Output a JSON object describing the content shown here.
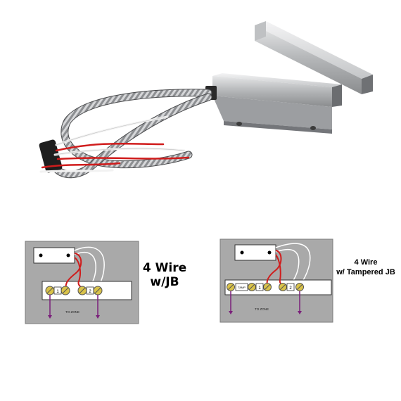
{
  "diagram_left": {
    "title_line1": "4 Wire",
    "title_line2": "w/JB",
    "terminal_label_1": "1",
    "terminal_label_2": "2",
    "zone_label": "TO ZONE"
  },
  "diagram_right": {
    "title_line1": "4 Wire",
    "title_line2": "w/ Tampered JB",
    "terminal_label_tamper": "TAMP",
    "terminal_label_1": "1",
    "terminal_label_2": "2",
    "zone_label": "TO ZONE"
  },
  "colors": {
    "panel": "#a9a9a9",
    "housing": "#a7a9ac",
    "wire_red": "#d01c1c",
    "wire_white": "#ffffff",
    "arrow_purple": "#7a1f7a",
    "screw_yellow": "#d9c24a"
  }
}
